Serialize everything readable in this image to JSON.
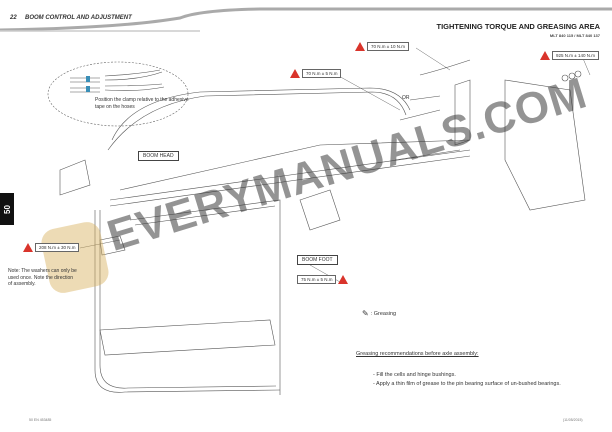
{
  "header": {
    "page_number": "22",
    "section": "BOOM CONTROL AND ADJUSTMENT",
    "title": "TIGHTENING TORQUE AND GREASING AREA",
    "subtitle": "MLT 840 115 / MLT 840 137"
  },
  "side_tab": "50",
  "callouts": {
    "clamp_note": "Position the clamp relative to the adhesive tape on the hoses",
    "torque_1": "70 N.m ± 10 N.m",
    "torque_2": "70 N.m ± 5 N.m",
    "torque_3": "925 N.m ± 140 N.m",
    "torque_4": "208 N.m ± 30 N.m",
    "torque_5": "75 N.m ± 5 N.m",
    "or_label": "OR",
    "boom_head": "BOOM HEAD",
    "boom_foot": "BOOM FOOT",
    "washer_note": "Note: The washers can only be used once. Note the direction of assembly."
  },
  "legend": {
    "greasing": ": Greasing"
  },
  "recommendations": {
    "heading": "Greasing recommendations before axle assembly:",
    "items": [
      "- Fill the cells and hinge bushings.",
      "- Apply a thin film of grease to the pin bearing surface of un-bushed bearings."
    ]
  },
  "watermark": "EVERYMANUALS.COM",
  "footer": {
    "left": "50 EN 453485",
    "right": "(11/05/2015)"
  },
  "colors": {
    "warning": "#d9342b",
    "clamp": "#3a8fb7"
  }
}
